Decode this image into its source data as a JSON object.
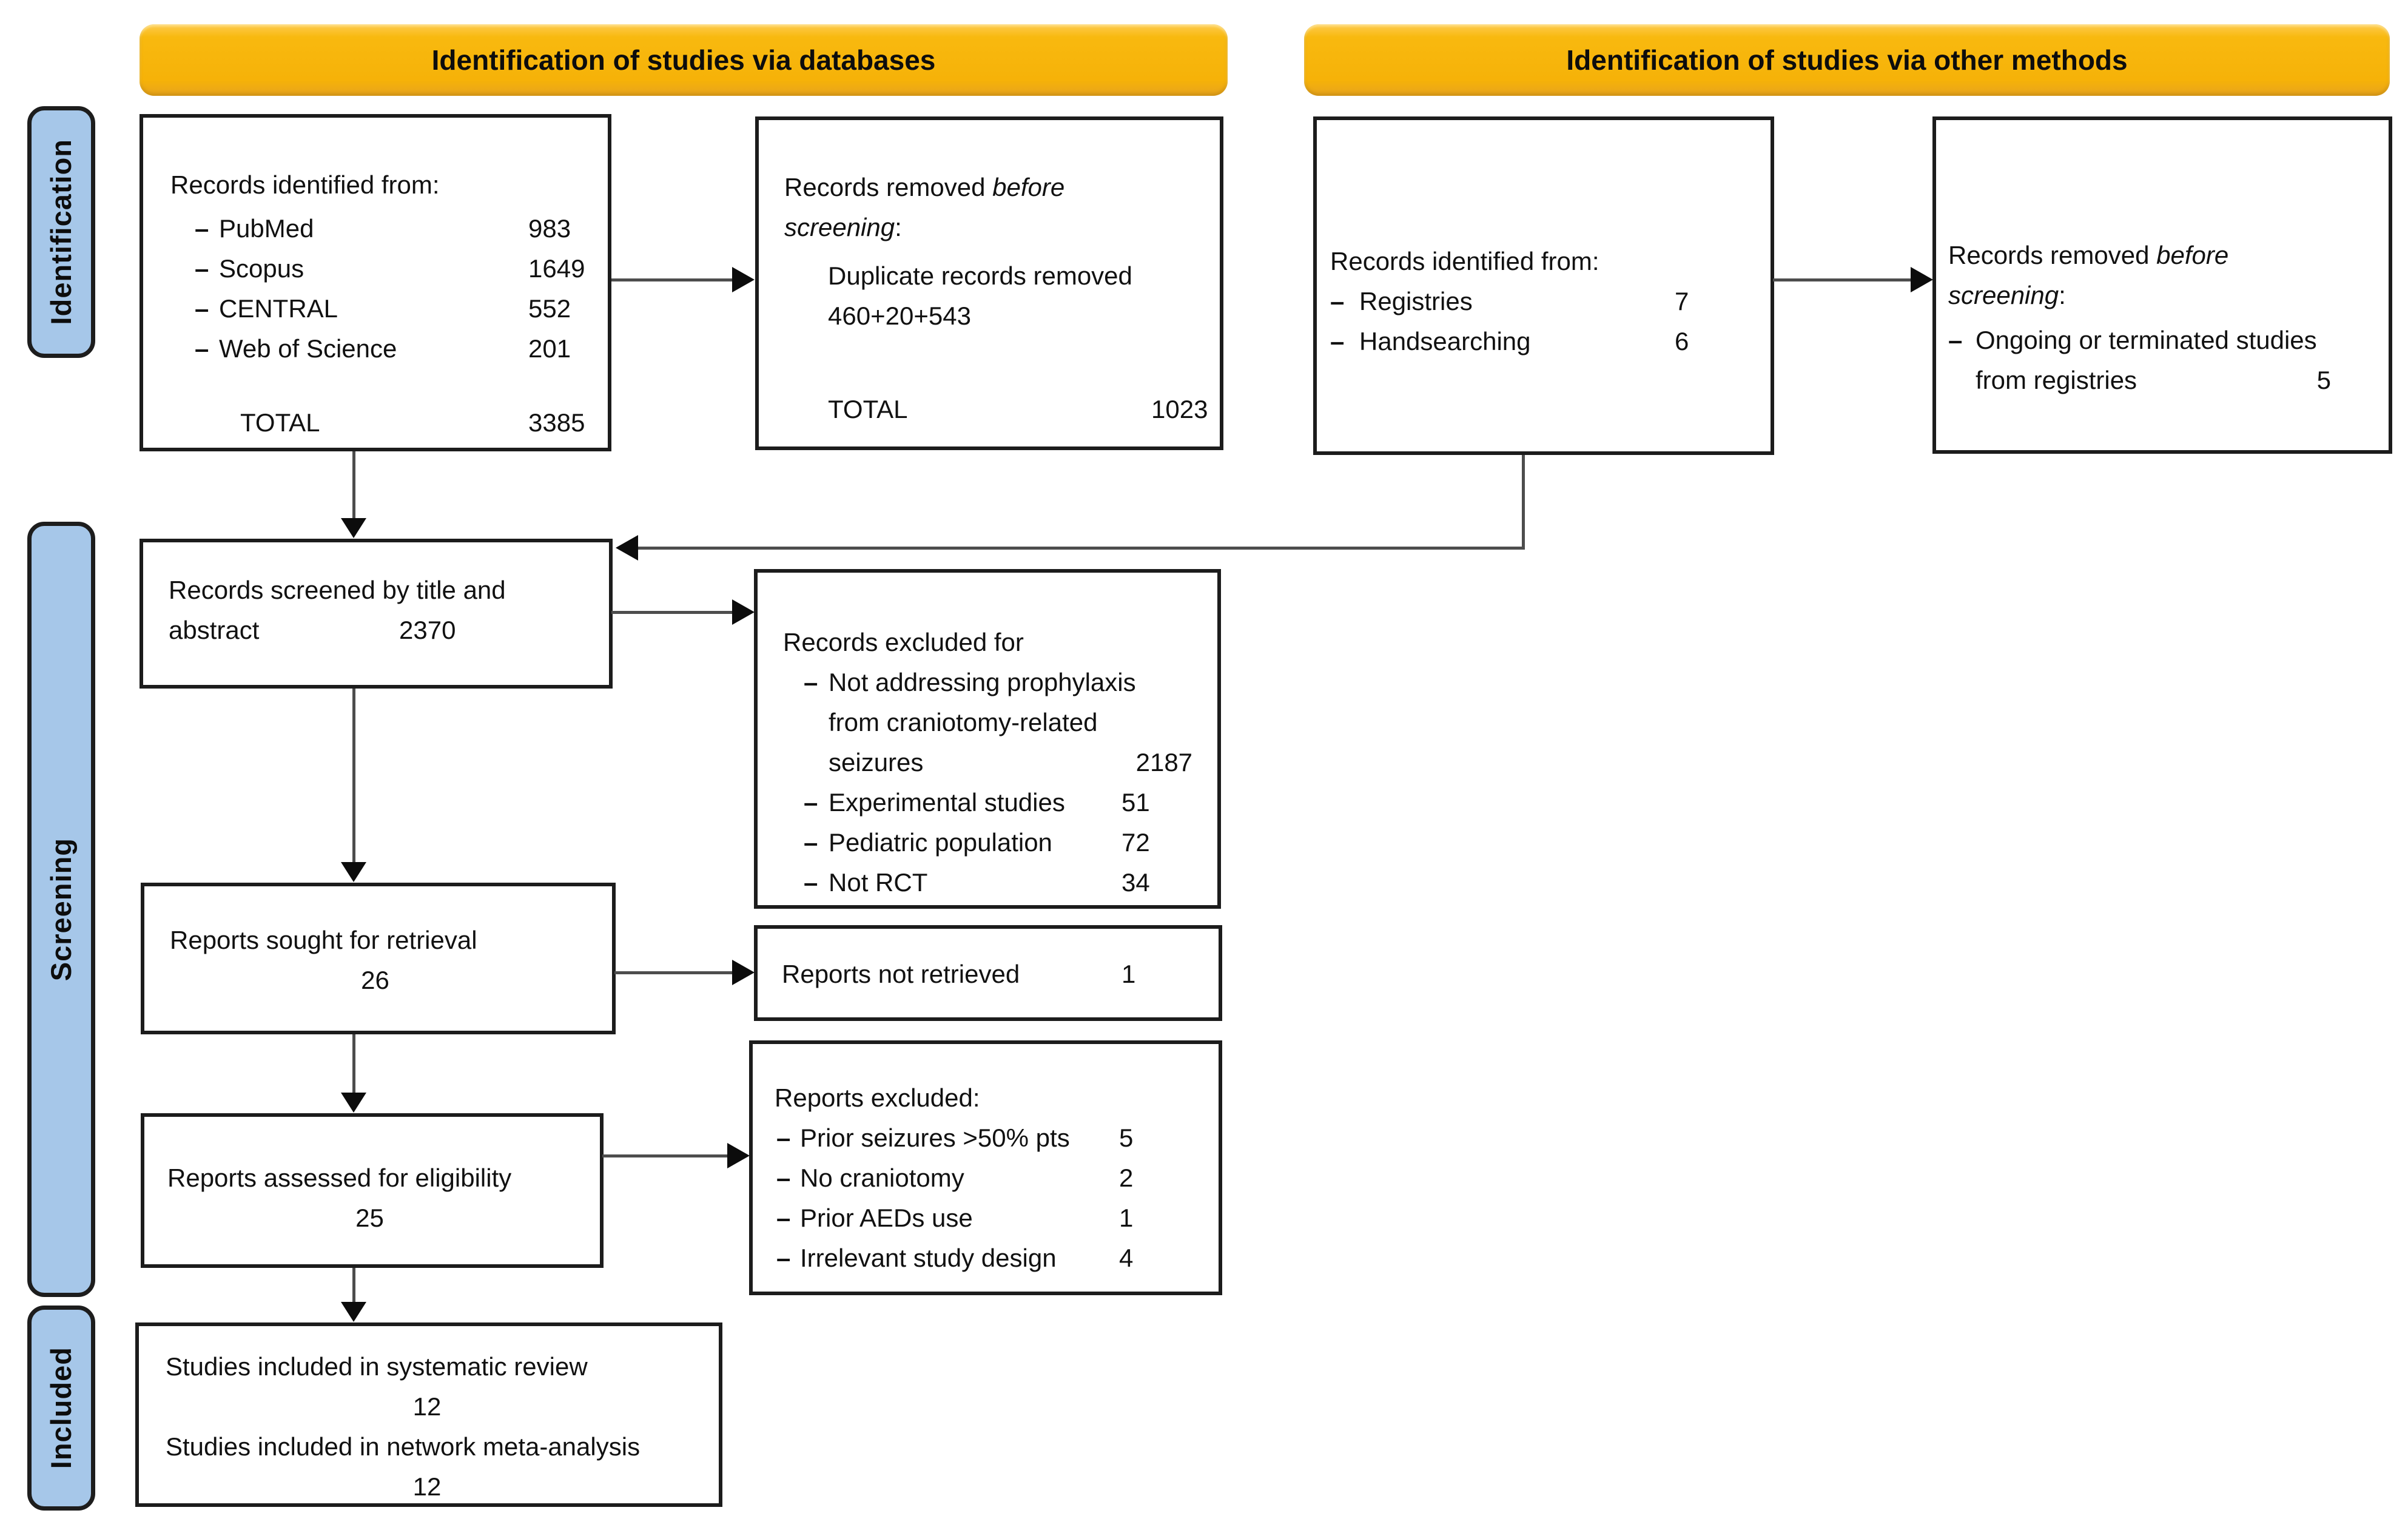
{
  "headers": {
    "databases": "Identification of studies via databases",
    "other_methods": "Identification of studies via other methods"
  },
  "stages": {
    "identification": "Identification",
    "screening": "Screening",
    "included": "Included"
  },
  "colors": {
    "header_bg": "#F6B309",
    "stage_bg": "#A6C7E9",
    "box_border": "#1C1C1C",
    "arrow_line": "#4D4D4D"
  },
  "boxes": {
    "records_identified_db": {
      "title": "Records identified from:",
      "items": [
        {
          "label": "PubMed",
          "value": "983"
        },
        {
          "label": "Scopus",
          "value": "1649"
        },
        {
          "label": "CENTRAL",
          "value": "552"
        },
        {
          "label": "Web of Science",
          "value": "201"
        }
      ],
      "total_label": "TOTAL",
      "total_value": "3385"
    },
    "records_removed_db": {
      "title_prefix": "Records removed ",
      "title_italic": "before screening",
      "title_suffix": ":",
      "line1": "Duplicate records removed",
      "line2": "460+20+543",
      "total_label": "TOTAL",
      "total_value": "1023"
    },
    "records_identified_other": {
      "title": "Records identified from:",
      "items": [
        {
          "label": "Registries",
          "value": "7"
        },
        {
          "label": "Handsearching",
          "value": "6"
        }
      ]
    },
    "records_removed_other": {
      "title_prefix": "Records removed ",
      "title_italic": "before screening",
      "title_suffix": ":",
      "item": {
        "line1": "Ongoing or terminated studies",
        "line2": "from registries",
        "value": "5"
      }
    },
    "records_screened": {
      "line1": "Records screened by title and",
      "line2_label": "abstract",
      "value": "2370"
    },
    "records_excluded": {
      "title": "Records excluded for",
      "item1": {
        "line1": "Not addressing prophylaxis",
        "line2": "from craniotomy-related",
        "line3": "seizures",
        "value": "2187"
      },
      "items": [
        {
          "label": "Experimental studies",
          "value": "51"
        },
        {
          "label": "Pediatric population",
          "value": "72"
        },
        {
          "label": "Not RCT",
          "value": "34"
        }
      ]
    },
    "reports_sought": {
      "line1": "Reports sought for retrieval",
      "value": "26"
    },
    "reports_not_retrieved": {
      "label": "Reports not retrieved",
      "value": "1"
    },
    "reports_assessed": {
      "line1": "Reports assessed for eligibility",
      "value": "25"
    },
    "reports_excluded": {
      "title": "Reports excluded:",
      "items": [
        {
          "label": "Prior seizures >50% pts",
          "value": "5"
        },
        {
          "label": "No craniotomy",
          "value": "2"
        },
        {
          "label": "Prior AEDs use",
          "value": "1"
        },
        {
          "label": "Irrelevant study design",
          "value": "4"
        }
      ]
    },
    "studies_included": {
      "line1": "Studies included in systematic review",
      "value1": "12",
      "line2": "Studies included in network meta-analysis",
      "value2": "12"
    }
  }
}
